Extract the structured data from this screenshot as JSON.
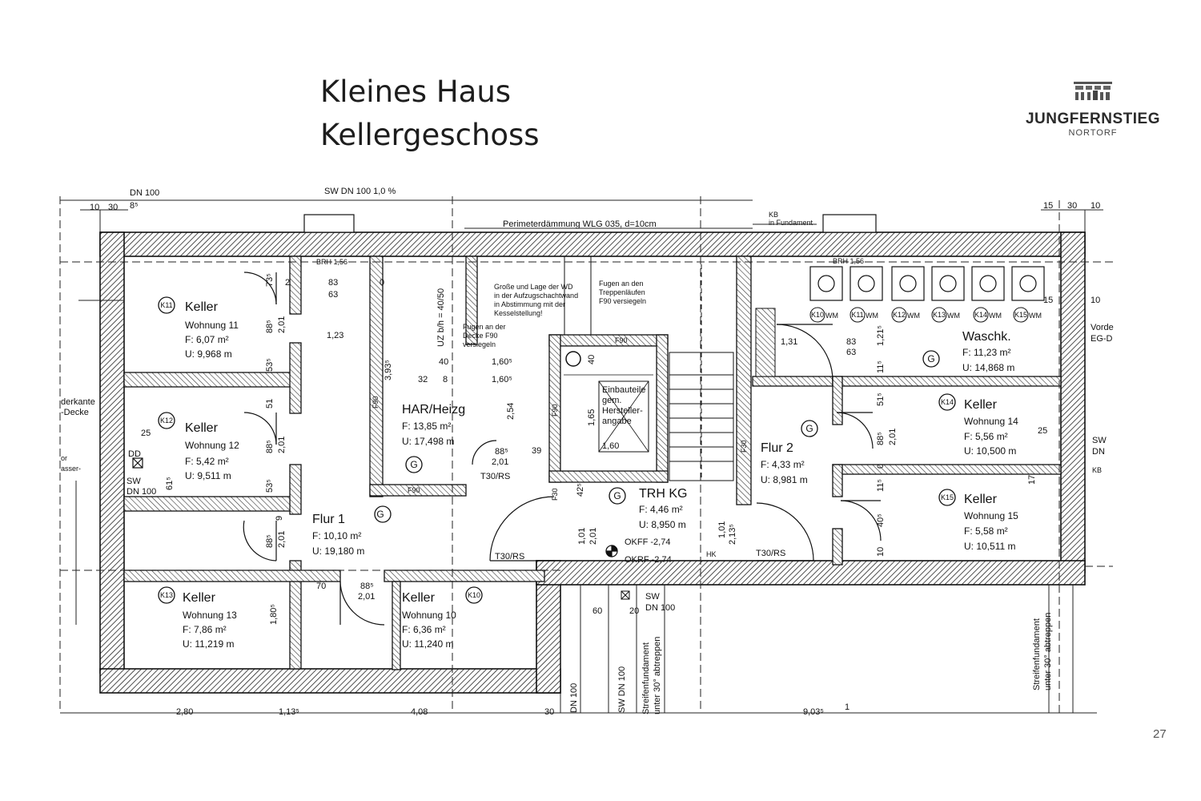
{
  "title": {
    "line1": "Kleines Haus",
    "line2": "Kellergeschoss"
  },
  "logo": {
    "brand": "JUNGFERNSTIEG",
    "sub": "NORTORF"
  },
  "page_number": "27",
  "rooms": {
    "k11": {
      "badge": "K11",
      "name": "Keller",
      "unit": "Wohnung 11",
      "area": "F:  6,07 m²",
      "perimeter": "U:  9,968 m"
    },
    "k12": {
      "badge": "K12",
      "name": "Keller",
      "unit": "Wohnung 12",
      "area": "F:  5,42 m²",
      "perimeter": "U:  9,511 m"
    },
    "k13": {
      "badge": "K13",
      "name": "Keller",
      "unit": "Wohnung 13",
      "area": "F:    7,86 m²",
      "perimeter": "U:  11,219 m"
    },
    "k10": {
      "badge": "K10",
      "name": "Keller",
      "unit": "Wohnung 10",
      "area": "F:    6,36 m²",
      "perimeter": "U:  11,240 m"
    },
    "k14": {
      "badge": "K14",
      "name": "Keller",
      "unit": "Wohnung 14",
      "area": "F:    5,56 m²",
      "perimeter": "U:  10,500 m"
    },
    "k15": {
      "badge": "K15",
      "name": "Keller",
      "unit": "Wohnung 15",
      "area": "F:    5,58 m²",
      "perimeter": "U:  10,511 m"
    },
    "flur1": {
      "name": "Flur 1",
      "badge": "G",
      "area": "F:   10,10 m²",
      "perimeter": "U:  19,180 m"
    },
    "flur2": {
      "name": "Flur 2",
      "badge": "G",
      "area": "F:   4,33 m²",
      "perimeter": "U:  8,981 m"
    },
    "har": {
      "name": "HAR/Heizg",
      "badge": "G",
      "area": "F:      13,85 m²",
      "perimeter": "U:      17,498 m"
    },
    "trh": {
      "name": "TRH KG",
      "badge": "G",
      "area": "F:   4,46 m²",
      "perimeter": "U:  8,950 m"
    },
    "wasch": {
      "name": "Waschk.",
      "badge": "G",
      "area": "F:   11,23 m²",
      "perimeter": "U:  14,868 m"
    }
  },
  "machines": [
    "K10",
    "K11",
    "K12",
    "K13",
    "K14",
    "K15"
  ],
  "machine_suffix": "WM",
  "notes": {
    "perimeter": "Perimeterdämmung WLG 035, d=10cm",
    "dn100_top": "DN 100",
    "sw_top": "SW DN 100",
    "kb": "KB",
    "in_fundament": "in Fundament",
    "brh_left": "BRH 1,56",
    "brh_right": "BRH 1,56",
    "aufzug_1": "Große und Lage der WD",
    "aufzug_2": "in der Aufzugschachtwand",
    "aufzug_3": "in Abstimmung mit der",
    "aufzug_4": "Kesselstellung!",
    "fugen1_1": "Fugen an den",
    "fugen1_2": "Treppenläufen",
    "fugen1_3": "F90 versiegeln",
    "fugen2_1": "Fugen an der",
    "fugen2_2": "Decke F90",
    "fugen2_3": "versiegeln",
    "einbau_1": "Einbauteile",
    "einbau_2": "gem.",
    "einbau_3": "Hersteller-",
    "einbau_4": "angabe",
    "uz": "UZ b/h = 40/50",
    "okff": "OKFF -2,74",
    "okrf": "OKRF -2,74",
    "hk": "HK",
    "t30_1": "T30/RS",
    "t30_2": "T30/RS",
    "t30_3": "T30/RS",
    "f90": "F90",
    "f30": "F30",
    "sw_left": "SW",
    "dn100_left": "DN 100",
    "dd": "DD",
    "sw_bottom": "SW",
    "dn100_bottom": "DN 100",
    "sw_right": "SW",
    "dn_right": "DN",
    "kb_right": "KB",
    "streifen_mid_1": "Streifenfundament",
    "streifen_mid_2": "unter 30° abtreppen",
    "streifen_right_1": "Streifenfundament",
    "streifen_right_2": "unter 30° abtreppen",
    "dn100_v1": "DN 100",
    "dn100_v2": "SW DN 100",
    "unterkante_1": "derkante",
    "unterkante_2": "-Decke",
    "wasser_1": "or",
    "wasser_2": "asser-",
    "vorde_1": "Vorde",
    "vorde_2": "EG-D"
  },
  "dimensions": {
    "d10": "10",
    "d30": "30",
    "d8": "8⁵",
    "d15": "15",
    "d30r": "30",
    "d10r": "10",
    "d83": "83",
    "d63": "63",
    "d73": "73⁵",
    "d2": "2",
    "d0": "0",
    "d123": "1,23",
    "d88a": "88⁵",
    "d201a": "2,01",
    "d53a": "53⁵",
    "d51": "51",
    "d88b": "88⁵",
    "d201b": "2,01",
    "d53b": "53⁵",
    "d25": "25",
    "d61": "61⁵",
    "d9": "9",
    "d88c": "88⁵",
    "d201c": "2,01",
    "d393": "3,93⁵",
    "d40": "40",
    "d160a": "1,60⁵",
    "d32": "32",
    "d8b": "8",
    "d160b": "1,60⁵",
    "d254": "2,54",
    "d885": "88⁵",
    "d201d": "2,01",
    "d39": "39",
    "d165": "1,65",
    "d160": "1,60",
    "d40b": "40",
    "d42": "42⁵",
    "d101a": "1,01",
    "d201e": "2,01",
    "d101b": "1,01",
    "d213": "2,13⁵",
    "d131": "1,31",
    "d83r": "83",
    "d63r": "63",
    "d121": "1,21⁵",
    "d11": "11⁵",
    "d51r": "51⁵",
    "d88r": "88⁵",
    "d201r": "2,01",
    "d0r": "0",
    "d11r": "11⁵",
    "d40r": "40⁵",
    "d10b": "10",
    "d25r": "25",
    "d17": "17",
    "d15r": "15",
    "d10rr": "10",
    "d70": "70",
    "d88d": "88⁵",
    "d201f": "2,01",
    "d180": "1,80⁵",
    "d60": "60",
    "d20": "20",
    "d30b": "30",
    "b280": "2,80",
    "b113": "1,13⁵",
    "b408": "4,08",
    "b903": "9,03⁵",
    "b1": "1",
    "top_sw": "SW DN 100 1,0 %"
  }
}
